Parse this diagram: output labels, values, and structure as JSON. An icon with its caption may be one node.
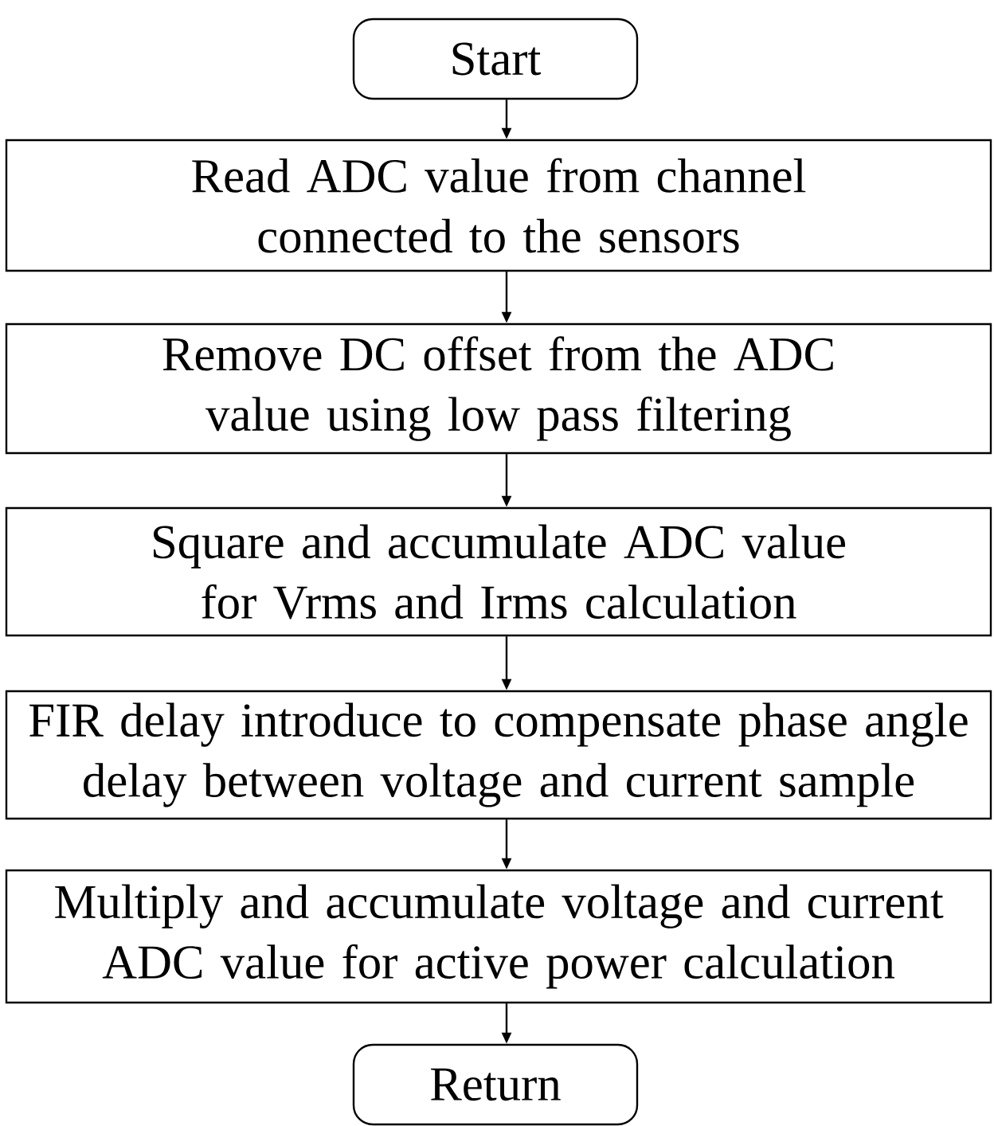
{
  "diagram": {
    "nodes": [
      {
        "text": [
          "Start"
        ]
      },
      {
        "text": [
          "Read ADC value from channel connected to the sensors"
        ]
      },
      {
        "text": [
          "Remove DC offset from the ADC value using low pass filtering"
        ]
      },
      {
        "text": [
          "Square and accumulate ADC value for Vrms and Irms calculation"
        ]
      },
      {
        "text": [
          "FIR delay introduce to compensate phase angle delay between voltage and current sample"
        ]
      },
      {
        "text": [
          "Multiply and accumulate voltage and current ADC value for active power calculation"
        ]
      },
      {
        "text": [
          "Return"
        ]
      }
    ],
    "edges": [
      {
        "from": 0,
        "to": 1,
        "arrow": "to"
      },
      {
        "from": 1,
        "to": 2,
        "arrow": "to"
      },
      {
        "from": 2,
        "to": 3,
        "arrow": "to"
      },
      {
        "from": 3,
        "to": 4,
        "arrow": "to"
      },
      {
        "from": 4,
        "to": 5,
        "arrow": "to"
      },
      {
        "from": 5,
        "to": 6,
        "arrow": "to"
      }
    ]
  }
}
